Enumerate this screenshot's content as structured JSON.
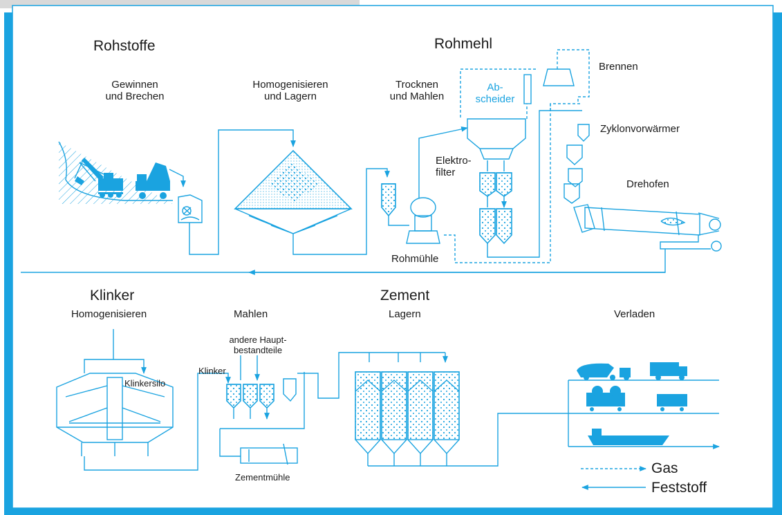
{
  "colors": {
    "accent": "#1aa3e0",
    "frame_shadow": "#1aa3e0",
    "ink": "#1a1a1a"
  },
  "headings": {
    "rohstoffe": "Rohstoffe",
    "rohmehl": "Rohmehl",
    "klinker": "Klinker",
    "zement": "Zement"
  },
  "steps": {
    "gewinnen": "Gewinnen\nund Brechen",
    "homogenisieren_lagern": "Homogenisieren\nund Lagern",
    "trocknen_mahlen": "Trocknen\nund Mahlen",
    "brennen": "Brennen",
    "homogenisieren": "Homogenisieren",
    "mahlen": "Mahlen",
    "lagern": "Lagern",
    "verladen": "Verladen"
  },
  "equipment": {
    "abscheider": "Ab-\nscheider",
    "zyklonvorwaermer": "Zyklonvorwärmer",
    "elektrofilter": "Elektro-\nfilter",
    "drehofen": "Drehofen",
    "rohmuehle": "Rohmühle",
    "klinkersilo": "Klinkersilo",
    "andere_hauptbestandteile": "andere Haupt-\nbestandteile",
    "klinker_input": "Klinker",
    "zementmuehle": "Zementmühle"
  },
  "legend": {
    "gas": "Gas",
    "feststoff": "Feststoff"
  }
}
